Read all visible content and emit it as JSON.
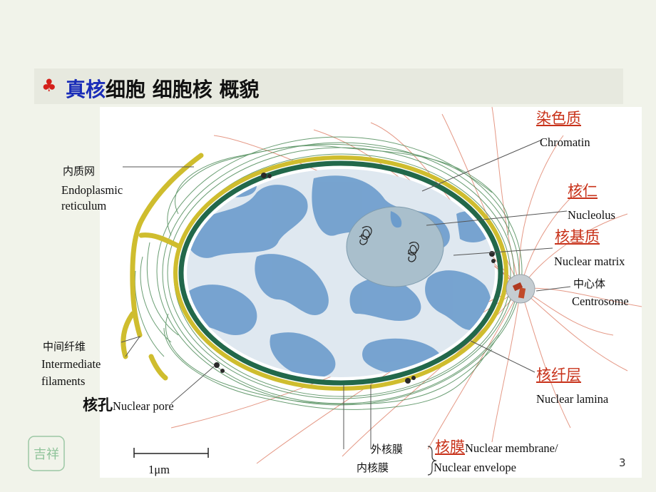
{
  "title": {
    "bullet": "♣",
    "highlight": "真核",
    "rest": "细胞 细胞核 概貌"
  },
  "labels": {
    "chromatin_zh": "染色质",
    "chromatin_en": "Chromatin",
    "nucleolus_zh": "核仁",
    "nucleolus_en": "Nucleolus",
    "matrix_zh": "核基质",
    "matrix_en": "Nuclear matrix",
    "centrosome_zh": "中心体",
    "centrosome_en": "Centrosome",
    "lamina_zh": "核纤层",
    "lamina_en": "Nuclear lamina",
    "er_zh": "内质网",
    "er_en_1": "Endoplasmic",
    "er_en_2": "reticulum",
    "if_zh": "中间纤维",
    "if_en_1": "Intermediate",
    "if_en_2": "filaments",
    "pore_zh": "核孔",
    "pore_en": "Nuclear pore",
    "outer_membrane": "外核膜",
    "inner_membrane": "内核膜",
    "envelope_zh": "核膜",
    "envelope_en_1": "Nuclear membrane/",
    "envelope_en_2": "Nuclear envelope"
  },
  "scale_bar": "1μm",
  "page_number": "3",
  "logo_text": "吉祥"
}
